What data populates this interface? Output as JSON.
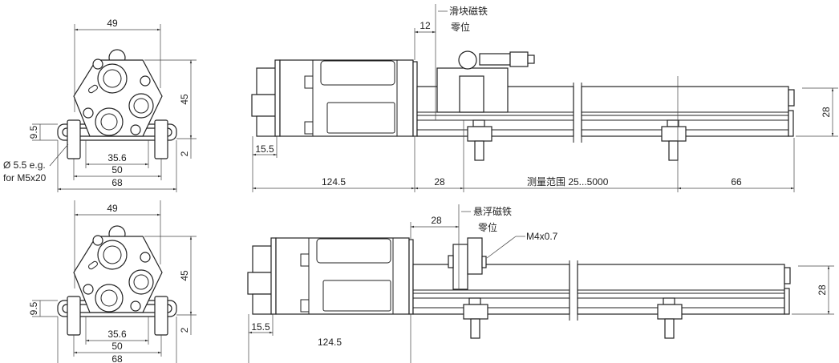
{
  "title": "Magnetostrictive position sensor dimension drawing",
  "front_view": {
    "width_49": "49",
    "height_45": "45",
    "bracket_9_5": "9.5",
    "gap_2": "2",
    "hole_35_6": "35.6",
    "hole_50": "50",
    "width_68": "68",
    "hole_note_1": "Ø 5.5 e.g.",
    "hole_note_2": "for M5x20"
  },
  "side_view_slider": {
    "offset_12": "12",
    "magnet_label": "滑块磁铁",
    "zero_label": "零位",
    "head_15_5": "15.5",
    "length_124_5": "124.5",
    "dead_zone_28": "28",
    "range_label": "测量范围 25...5000",
    "end_66": "66",
    "height_28": "28"
  },
  "side_view_floating": {
    "offset_28": "28",
    "magnet_label": "悬浮磁铁",
    "zero_label": "零位",
    "thread_label": "M4x0.7",
    "head_15_5": "15.5",
    "length_124_5": "124.5",
    "height_28": "28"
  }
}
